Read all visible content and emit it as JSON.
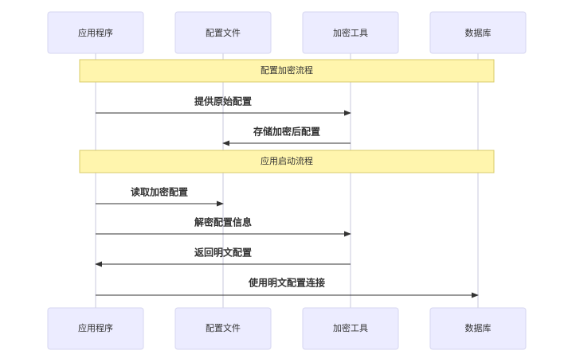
{
  "participants": [
    {
      "id": "app",
      "label": "应用程序"
    },
    {
      "id": "config",
      "label": "配置文件"
    },
    {
      "id": "encrypt",
      "label": "加密工具"
    },
    {
      "id": "db",
      "label": "数据库"
    }
  ],
  "notes": [
    {
      "label": "配置加密流程"
    },
    {
      "label": "应用启动流程"
    }
  ],
  "messages": [
    {
      "from": "app",
      "to": "encrypt",
      "label": "提供原始配置"
    },
    {
      "from": "encrypt",
      "to": "config",
      "label": "存储加密后配置"
    },
    {
      "from": "app",
      "to": "config",
      "label": "读取加密配置"
    },
    {
      "from": "app",
      "to": "encrypt",
      "label": "解密配置信息"
    },
    {
      "from": "encrypt",
      "to": "app",
      "label": "返回明文配置"
    },
    {
      "from": "app",
      "to": "db",
      "label": "使用明文配置连接"
    }
  ]
}
